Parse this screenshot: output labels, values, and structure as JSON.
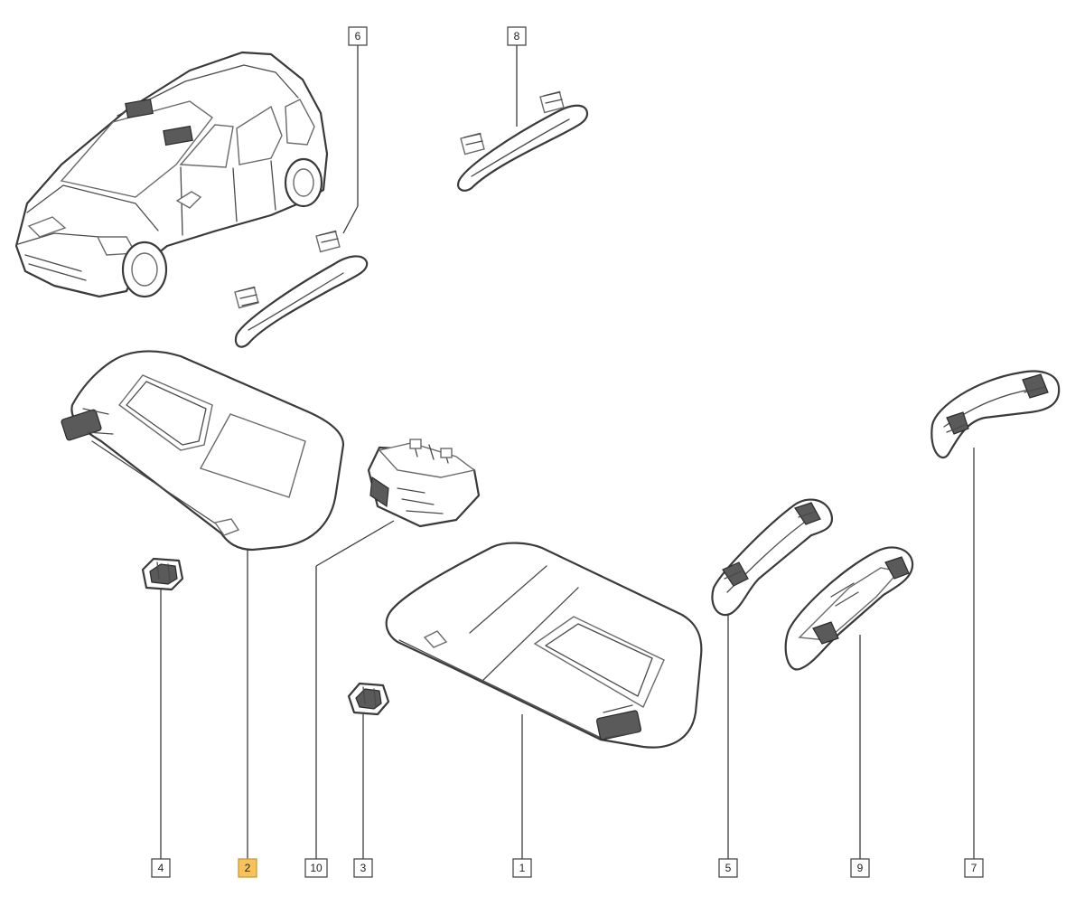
{
  "callouts": [
    {
      "id": "c6",
      "label": "6"
    },
    {
      "id": "c8",
      "label": "8"
    },
    {
      "id": "c4",
      "label": "4"
    },
    {
      "id": "c2",
      "label": "2",
      "highlighted": true
    },
    {
      "id": "c10",
      "label": "10"
    },
    {
      "id": "c3",
      "label": "3"
    },
    {
      "id": "c1",
      "label": "1"
    },
    {
      "id": "c5",
      "label": "5"
    },
    {
      "id": "c9",
      "label": "9"
    },
    {
      "id": "c7",
      "label": "7"
    }
  ],
  "colors": {
    "line": "#3a3a3a",
    "highlight": "#f8c25a"
  }
}
